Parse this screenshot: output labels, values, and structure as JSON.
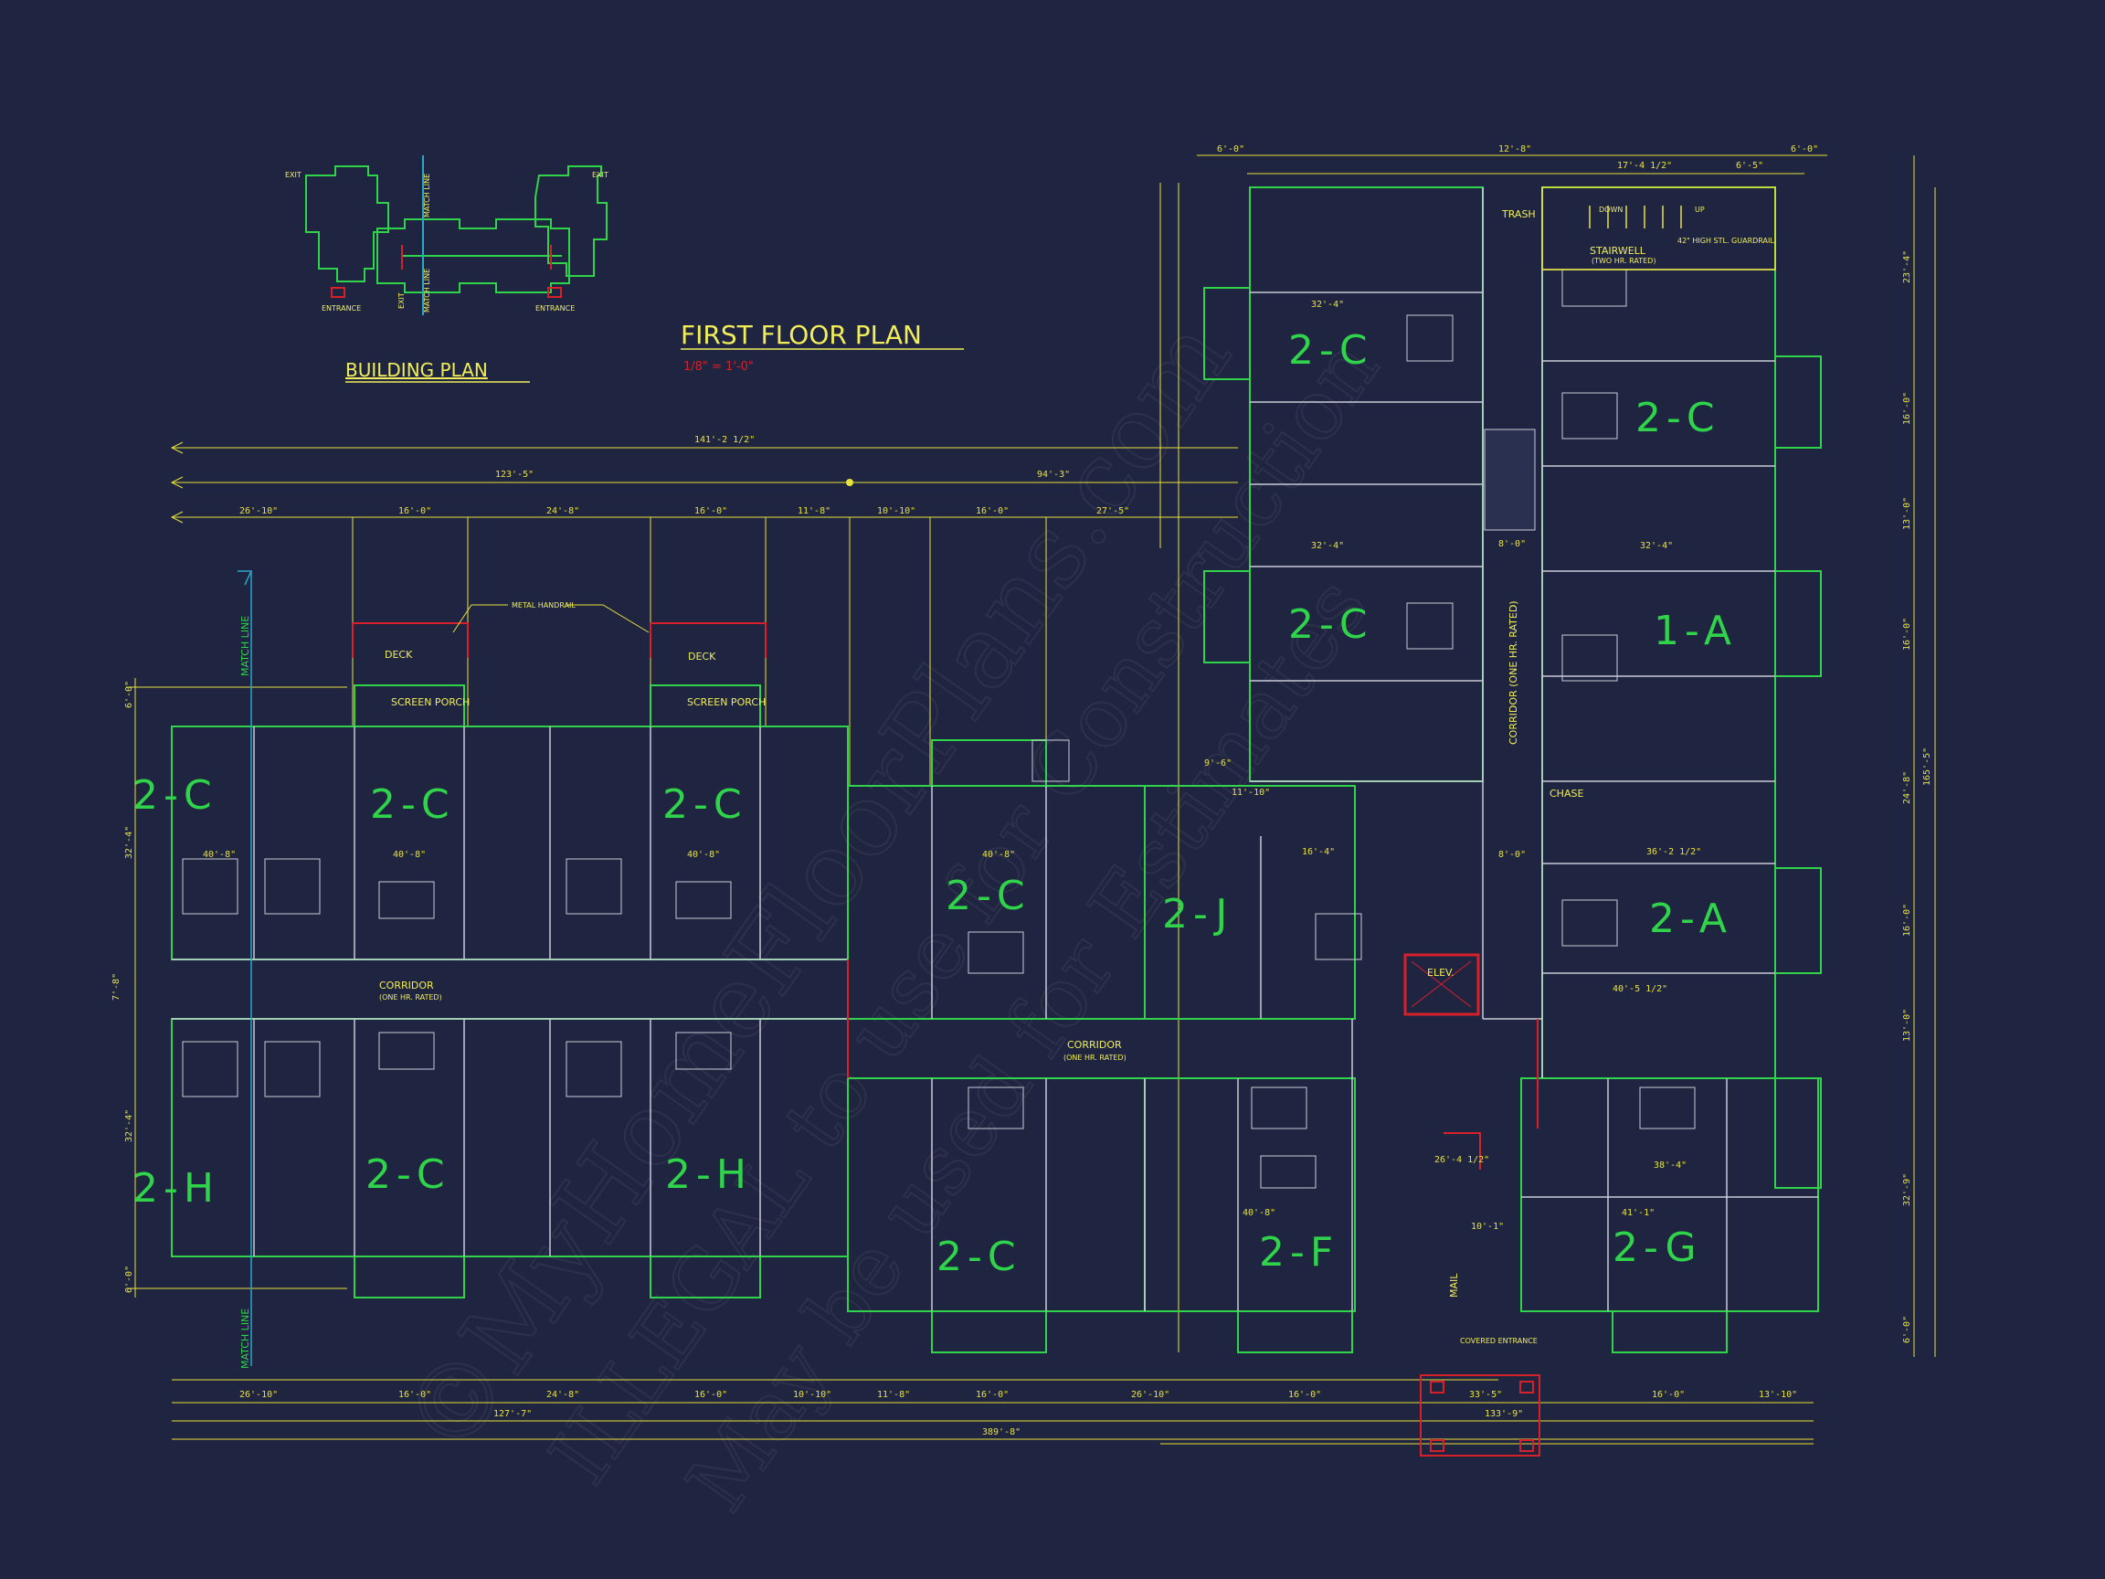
{
  "titles": {
    "first_floor": "FIRST FLOOR PLAN",
    "scale": "1/8\" = 1'-0\"",
    "building_plan": "BUILDING PLAN"
  },
  "key_plan_labels": {
    "exit_left": "EXIT",
    "exit_right": "EXIT",
    "match_line_top": "MATCH LINE",
    "match_line_bottom": "MATCH LINE",
    "exit_mid": "EXIT",
    "entrance_left": "ENTRANCE",
    "entrance_right": "ENTRANCE"
  },
  "notes": {
    "deck_left": "DECK",
    "deck_right": "DECK",
    "screen_porch_left": "SCREEN PORCH",
    "screen_porch_right": "SCREEN PORCH",
    "metal_handrail": "METAL HANDRAIL",
    "corridor_west": "CORRIDOR",
    "corridor_west_sub": "(ONE HR. RATED)",
    "corridor_mid": "CORRIDOR",
    "corridor_mid_sub": "(ONE HR. RATED)",
    "corridor_north": "CORRIDOR (ONE HR. RATED)",
    "stairwell": "STAIRWELL",
    "stairwell_sub": "(TWO HR. RATED)",
    "guardrail": "42\" HIGH STL. GUARDRAIL",
    "trash": "TRASH",
    "down": "DOWN",
    "up": "UP",
    "chase": "CHASE",
    "elev": "ELEV.",
    "mail": "MAIL",
    "covered_entrance": "COVERED ENTRANCE",
    "match_line_west_top": "MATCH LINE",
    "match_line_west_bottom": "MATCH LINE"
  },
  "unit_labels": {
    "u_west_top": "2-C",
    "u_porch1": "2-C",
    "u_porch2": "2-C",
    "u_mid_top": "2-C",
    "u_2j": "2-J",
    "u_north1": "2-C",
    "u_north2": "2-C",
    "u_east1": "2-C",
    "u_1a": "1-A",
    "u_2a": "2-A",
    "u_west_bot": "2-H",
    "u_bot1": "2-C",
    "u_bot2": "2-H",
    "u_bot3": "2-C",
    "u_2f": "2-F",
    "u_2g": "2-G"
  },
  "overall_dims": {
    "d1": "141'-2 1/2\"",
    "d2": "123'-5\"",
    "d3": "94'-3\"",
    "bottom1": "127'-7\"",
    "bottom2": "133'-9\"",
    "bottom3": "389'-8\"",
    "east_total": "165'-5\""
  },
  "top_dims": [
    "26'-10\"",
    "16'-0\"",
    "24'-8\"",
    "16'-0\"",
    "11'-8\"",
    "10'-10\"",
    "16'-0\"",
    "27'-5\""
  ],
  "bottom_dims": [
    "26'-10\"",
    "16'-0\"",
    "24'-8\"",
    "16'-0\"",
    "10'-10\"",
    "11'-8\"",
    "16'-0\"",
    "26'-10\"",
    "16'-0\"",
    "33'-5\"",
    "16'-0\"",
    "13'-10\""
  ],
  "north_top_dims": [
    "6'-0\"",
    "12'-8\"",
    "17'-4 1/2\"",
    "6'-5\"",
    "6'-0\""
  ],
  "east_dims": [
    "23'-4\"",
    "16'-0\"",
    "13'-0\"",
    "16'-0\"",
    "24'-8\"",
    "16'-0\"",
    "13'-0\"",
    "32'-9\"",
    "6'-0\""
  ],
  "west_dims": [
    "6'-0\"",
    "32'-4\"",
    "7'-8\"",
    "32'-4\"",
    "6'-0\""
  ],
  "inner_dims": [
    "40'-8\"",
    "40'-8\"",
    "40'-8\"",
    "40'-8\"",
    "40'-8\"",
    "32'-4\"",
    "32'-4\"",
    "32'-4\"",
    "16'-4\"",
    "38'-4\"",
    "41'-1\"",
    "40'-5 1/2\"",
    "9'-6\"",
    "11'-10\"",
    "36'-2 1/2\"",
    "8'-0\"",
    "8'-0\"",
    "26'-4 1/2\"",
    "10'-1\""
  ],
  "watermark": [
    "©MyHomeFloorPlans.com",
    "ILLEGAL to use for Construction",
    "May be used for Estimates"
  ],
  "colors": {
    "background": "#1f2440",
    "wall": "#c9ccd6",
    "unit_label": "#2fd44a",
    "outline": "#2fd44a",
    "dimension": "#e8e23a",
    "accent_red": "#d8202a",
    "match_line": "#2aa7c9"
  }
}
